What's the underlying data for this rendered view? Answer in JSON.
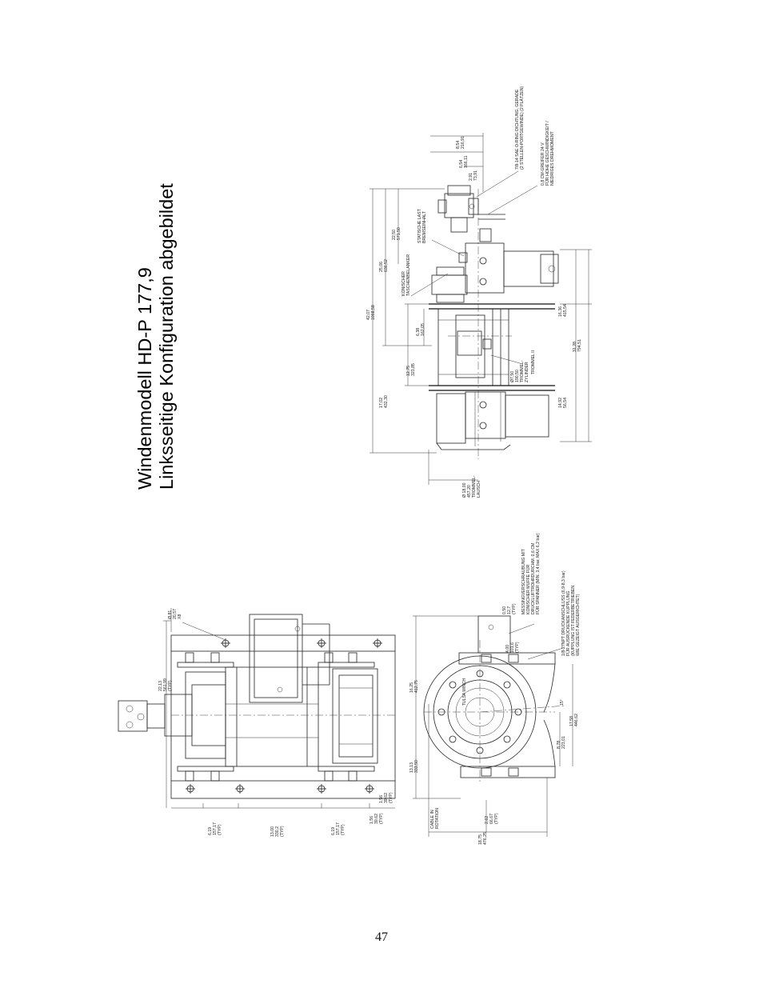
{
  "title": {
    "line1": "Windenmodell HD-P 177,9",
    "line2": "Linksseitige Konfiguration abgebildet"
  },
  "page_number": "47",
  "right_view": {
    "dims": {
      "overall": [
        "42,07",
        "1068,58"
      ],
      "upper": [
        "25,06",
        "636,52"
      ],
      "drum_end": [
        "17,02",
        "432,30"
      ],
      "sub_a": [
        "22,50",
        "571,50"
      ],
      "s1": [
        "8,54",
        "216,91"
      ],
      "s2": [
        "6,54",
        "166,11"
      ],
      "s3": [
        "2,91",
        "73,91"
      ],
      "mid": [
        "12,75",
        "323,85"
      ],
      "small": [
        "6,38",
        "162,05"
      ],
      "lower_a": [
        "16,36",
        "415,54"
      ],
      "lower_b": [
        "31,28",
        "794,51"
      ],
      "lower_c": [
        "14,92",
        "56,54"
      ],
      "drum_dia": [
        "Ø 18,00",
        "457,20",
        "TROMMEL-",
        "LAUSCH"
      ],
      "drum_dia2": [
        "Ø7,50",
        "190,50",
        "TROMMEL-",
        "ZYLINDER"
      ]
    },
    "labels": {
      "taschen": [
        "KONISCHER",
        "TASCHENBELANKER"
      ],
      "statische": [
        "STATISCHE LAST",
        "BREMSEINHALT"
      ],
      "trommel": "TROMMEL II",
      "ventil": [
        "7/8-14 SAE O-RING DICHTUNG, GERADE",
        "(2 STELLEN-PORTGEWINDE) (2 PLÄTZEN)"
      ],
      "greifer": [
        "0,8 CM-GREIFER 24 V",
        "FÜR HOHE GESCHWINDIGKEIT /",
        "NIEDRIGES DREHMOMENT"
      ]
    }
  },
  "left_top_view": {
    "dims": {
      "bolt": [
        "Ø,81",
        "20,57",
        "X8"
      ],
      "flange": [
        "22,13",
        "561,99",
        "(TYP)"
      ],
      "b1": [
        "6,19",
        "157,17",
        "(TYP)"
      ],
      "b2": [
        "13,00",
        "330,2",
        "(TYP)"
      ],
      "b3": [
        "6,19",
        "157,17",
        "(TYP)"
      ],
      "b4": [
        "1,56",
        "39,62",
        "(TYP)"
      ],
      "b5": [
        "1,56",
        "39,62",
        "(TYP)"
      ]
    }
  },
  "left_bottom_view": {
    "dims": {
      "height": [
        "16,25",
        "412,75"
      ],
      "base": [
        "13,13",
        "333,50"
      ],
      "width": [
        "18,75",
        "476,25"
      ],
      "foot": [
        "2,62",
        "66,67",
        "(TYP)"
      ],
      "t1": [
        "0,50",
        "12,7",
        "(TYP)"
      ],
      "t2": [
        "4,00",
        "101,6",
        "(TYP)"
      ],
      "r1": [
        "8,78",
        "223,01"
      ],
      "r2": [
        "17,58",
        "446,62"
      ],
      "angle": "15°"
    },
    "labels": {
      "cable": [
        "CABLE IN",
        "ROTATION"
      ],
      "messing": [
        "MESSINGVERSCHRAUBUNG MIT",
        "KONISCHER MUFFE FÜR",
        "DRUCKLUFTROHRDURCHM. 0,6 CM",
        "FÜR SPANNER (MIN. 3,4 bar, MAX 6,2 bar)"
      ],
      "npt": [
        "1/8-27NPT DRUCKANSCHLUSS (6,9-8,3 bar)",
        "FÜR AUSRÜCKENDE KUPPLUNG",
        "(KUPPLUNG IST FEDERBETRIEBEN",
        "WIE GEZEIGT AUSGERICHTET)"
      ],
      "drum_text": "TULSA WINCH"
    }
  }
}
